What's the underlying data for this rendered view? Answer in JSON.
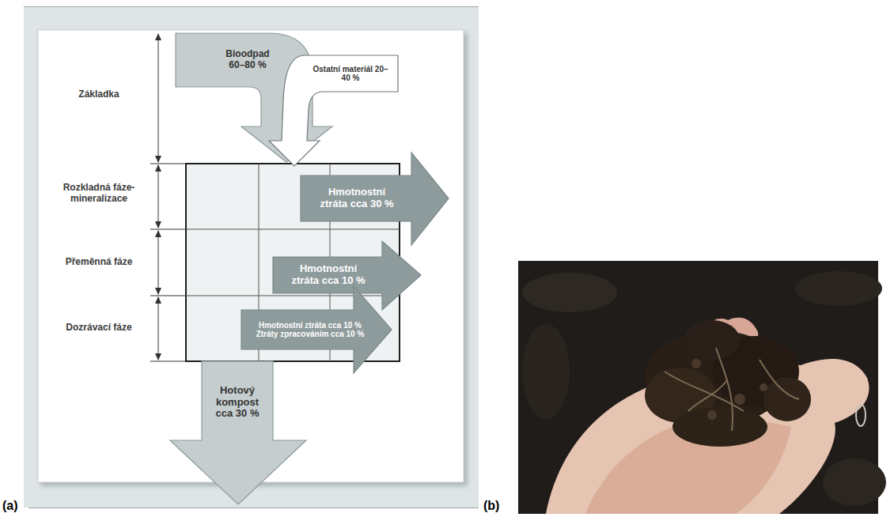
{
  "diagram": {
    "nodes": [
      {
        "text": [
          "Bioodpad 60–80 %"
        ]
      },
      {
        "text": [
          "Ostatní materiál 20–40 %"
        ]
      },
      {
        "text": [
          "Hmotnostní ztráta cca 30 %"
        ]
      },
      {
        "text": [
          "Hmotnostní ztráta cca 10 %"
        ]
      },
      {
        "text": [
          "Hmotnostní ztráta cca 10 %",
          "Ztráty zpracováním cca 10 %"
        ]
      },
      {
        "text": [
          "Hotový kompost cca 30 %"
        ]
      }
    ],
    "labels": [
      "Základka",
      "Rozkladná fáze- mineralizace",
      "Přeměnná fáze",
      "Dozrávací fáze",
      "(a)",
      "(b)"
    ]
  }
}
